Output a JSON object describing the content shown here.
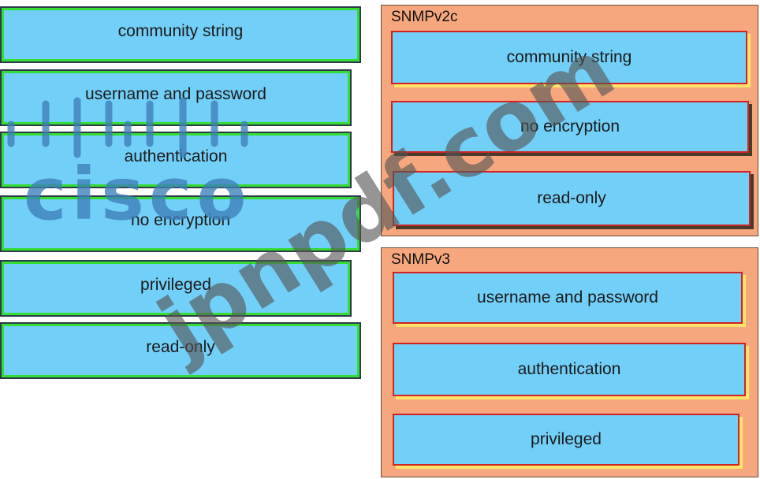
{
  "source_items": [
    {
      "label": "community string"
    },
    {
      "label": "username and password"
    },
    {
      "label": "authentication"
    },
    {
      "label": "no encryption"
    },
    {
      "label": "privileged"
    },
    {
      "label": "read-only"
    }
  ],
  "targets": [
    {
      "title": "SNMPv2c",
      "items": [
        {
          "label": "community string"
        },
        {
          "label": "no encryption"
        },
        {
          "label": "read-only"
        }
      ]
    },
    {
      "title": "SNMPv3",
      "items": [
        {
          "label": "username and password"
        },
        {
          "label": "authentication"
        },
        {
          "label": "privileged"
        }
      ]
    }
  ],
  "watermark": {
    "logo_text": "cisco",
    "site_text": "jpnpdf.com"
  },
  "colors": {
    "item_fill": "#72cff8",
    "panel_fill": "#f6a77e",
    "source_border": "#33dd33",
    "target_border": "#d32222",
    "target_shadow": "#ffe36a",
    "watermark": "#3d7fb8"
  }
}
